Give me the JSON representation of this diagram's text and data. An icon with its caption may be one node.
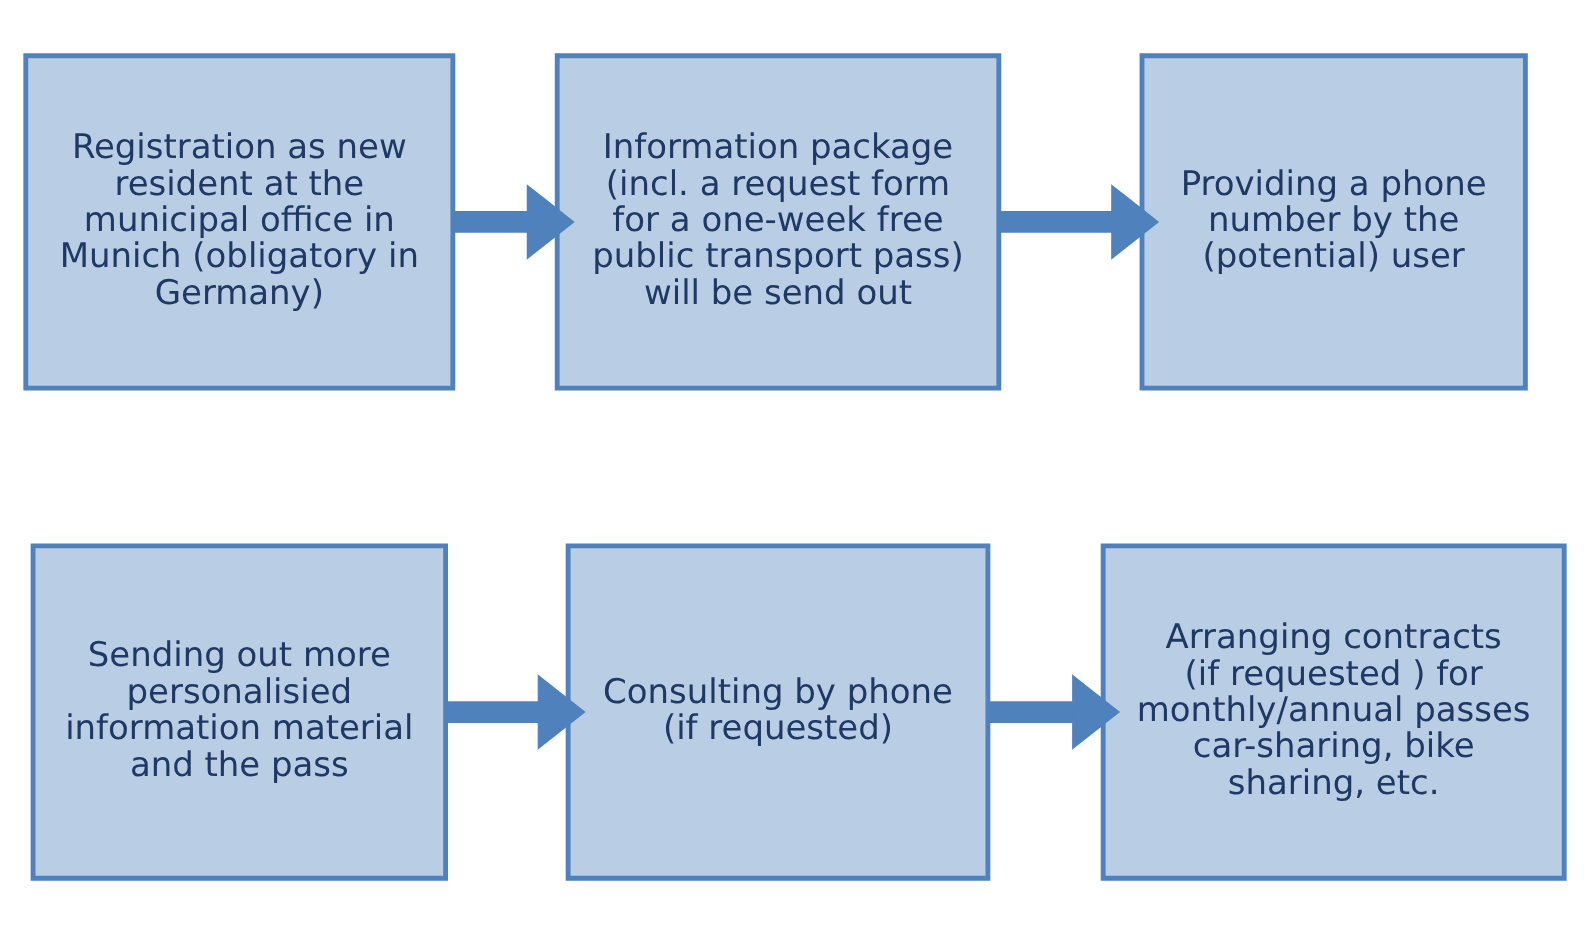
{
  "diagram": {
    "nodes": [
      {
        "text": [
          "Registration as new resident at the municipal office in Munich (obligatory in Germany)"
        ]
      },
      {
        "text": [
          "Information package (incl. a request form for a one-week free public transport pass) will be send out"
        ]
      },
      {
        "text": [
          "Providing a phone number by the (potential) user"
        ]
      },
      {
        "text": [
          "Sending out more personalisied information material and the pass"
        ]
      },
      {
        "text": [
          "Consulting by phone (if requested)"
        ]
      },
      {
        "text": [
          "Arranging contracts (if requested ) for monthly/annual passes car-sharing, bike sharing, etc."
        ]
      }
    ],
    "edges": [
      {
        "from": 0,
        "to": 1,
        "arrow": "to"
      },
      {
        "from": 1,
        "to": 2,
        "arrow": "to"
      },
      {
        "from": 3,
        "to": 4,
        "arrow": "to"
      },
      {
        "from": 4,
        "to": 5,
        "arrow": "to"
      }
    ]
  }
}
